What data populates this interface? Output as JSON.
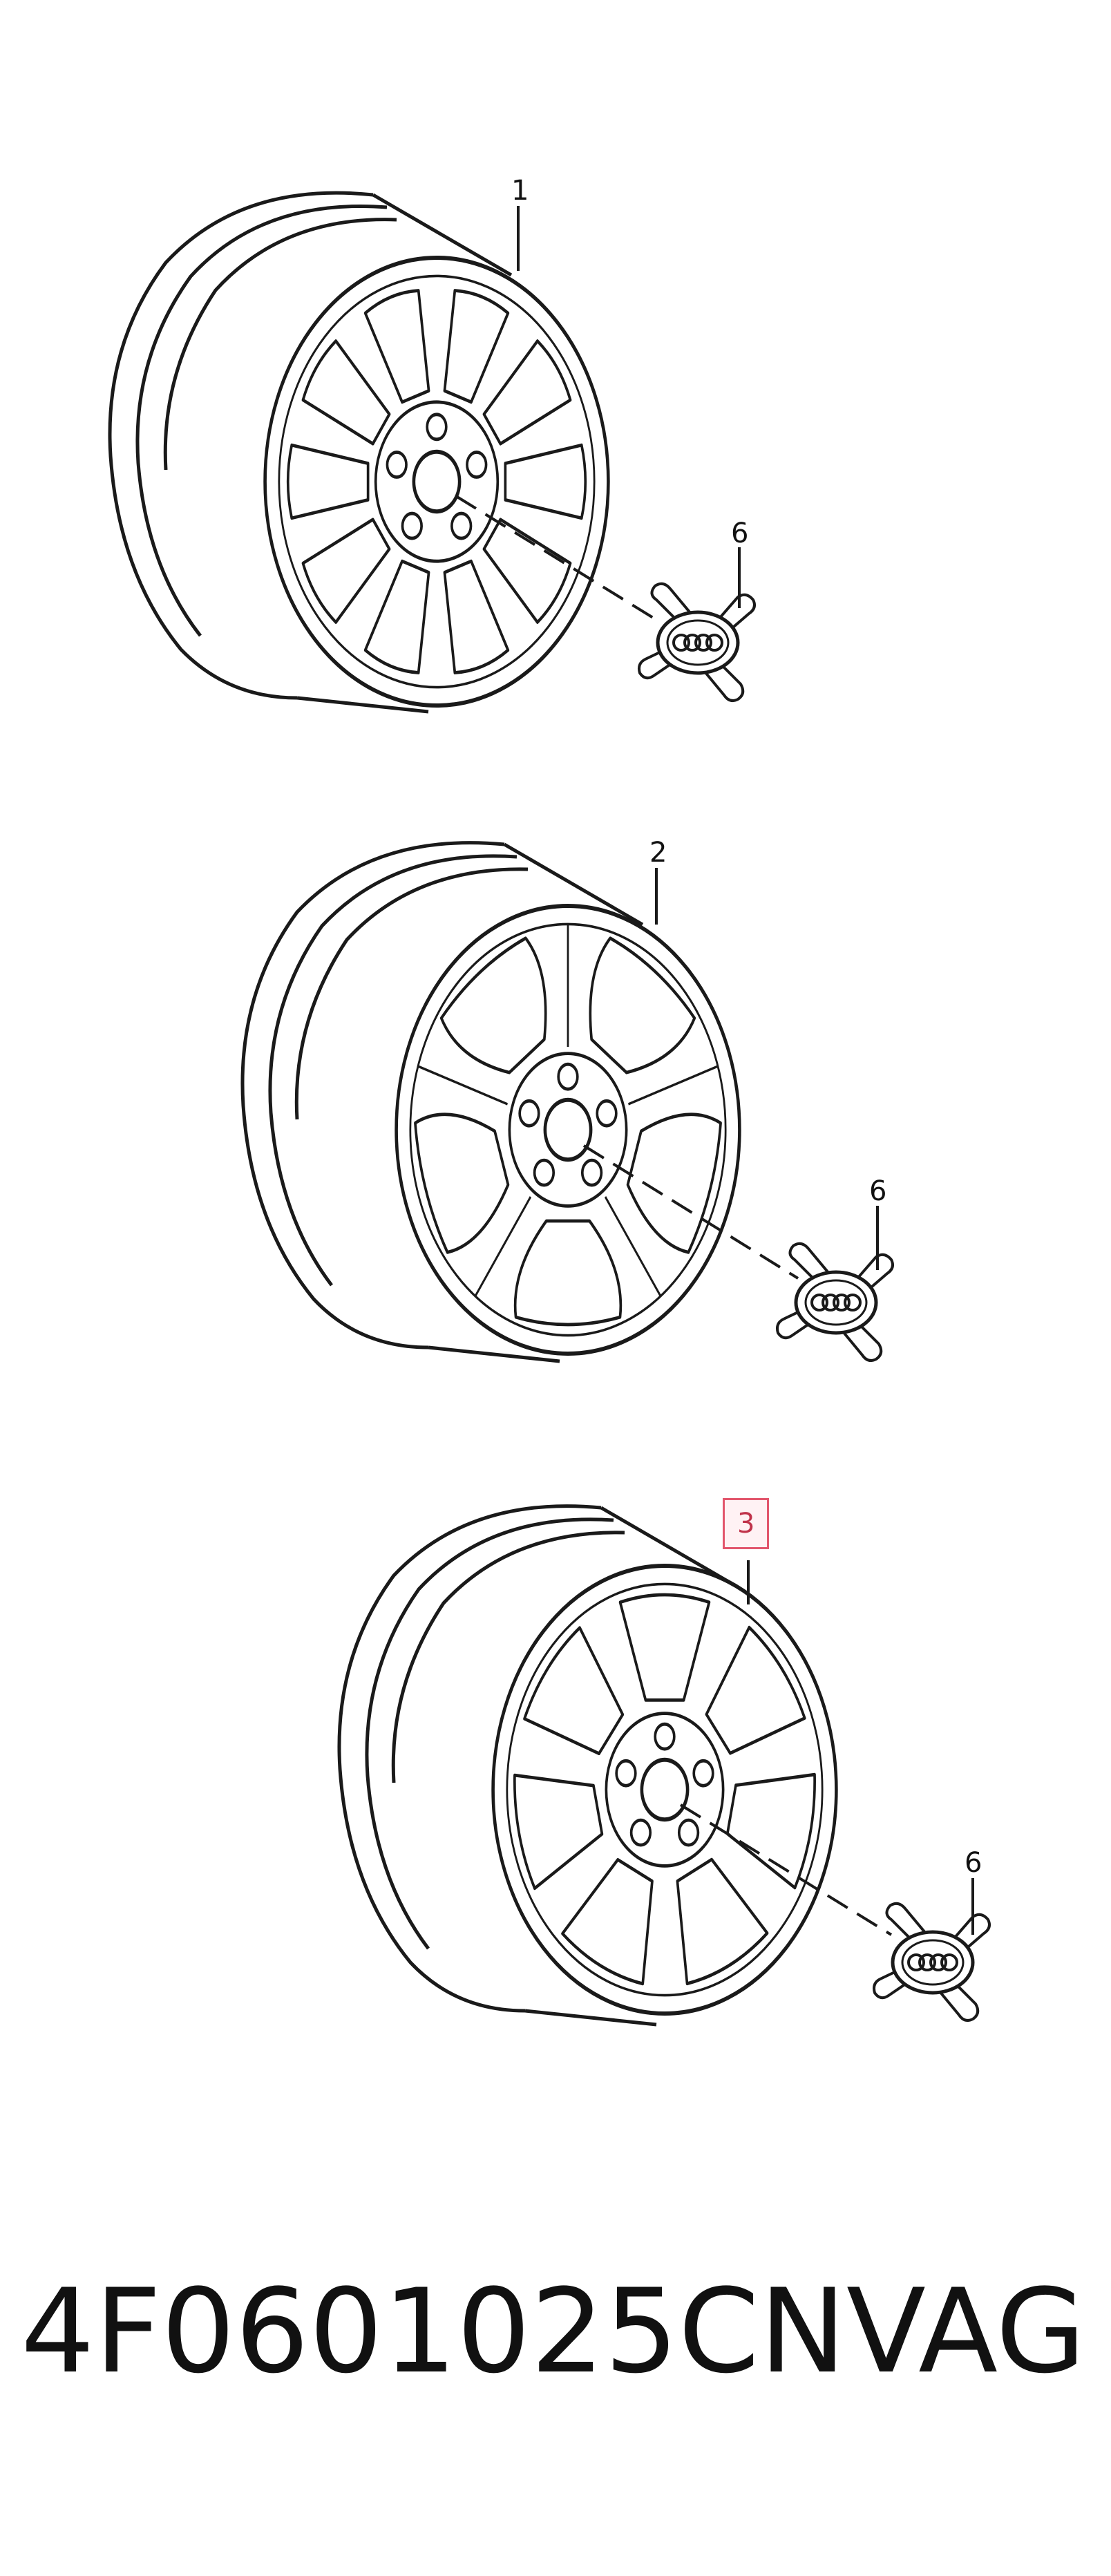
{
  "callouts": {
    "wheel_1": "1",
    "wheel_2": "2",
    "wheel_3": "3",
    "cap_1": "6",
    "cap_2": "6",
    "cap_3": "6"
  },
  "highlighted_callout": "3",
  "footer": {
    "part_number": "4F0601025CN",
    "brand": "VAG"
  },
  "colors": {
    "line": "#1a1a1a",
    "highlight_border": "#e2566c",
    "highlight_text": "#c0334a"
  }
}
